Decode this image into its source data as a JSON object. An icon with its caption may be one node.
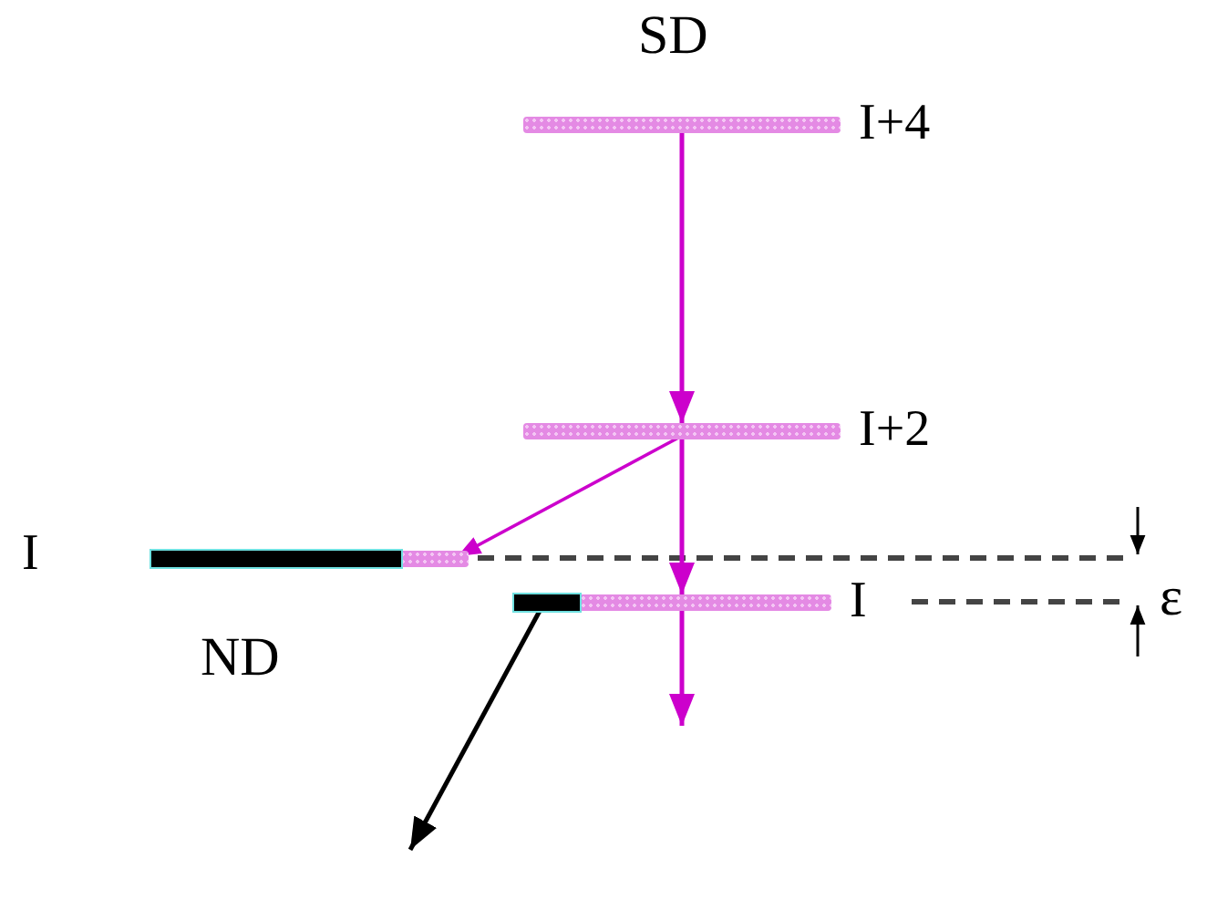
{
  "diagram": {
    "nodes": [
      {
        "text": [
          "I+4"
        ]
      },
      {
        "text": [
          "I+2"
        ]
      },
      {
        "text": [
          "I"
        ]
      },
      {
        "text": [
          "I"
        ]
      }
    ],
    "edges": [
      {
        "from": 0,
        "to": 1,
        "arrow": "to"
      },
      {
        "from": 1,
        "to": 2,
        "arrow": "to"
      },
      {
        "from": 1,
        "to": 3,
        "arrow": "to"
      },
      {
        "from": 3,
        "to": null,
        "arrow": "to"
      },
      {
        "from": 3,
        "to": null,
        "arrow": "to",
        "color": "#000000"
      }
    ],
    "labels": [
      "SD",
      "ND",
      "ε"
    ]
  }
}
